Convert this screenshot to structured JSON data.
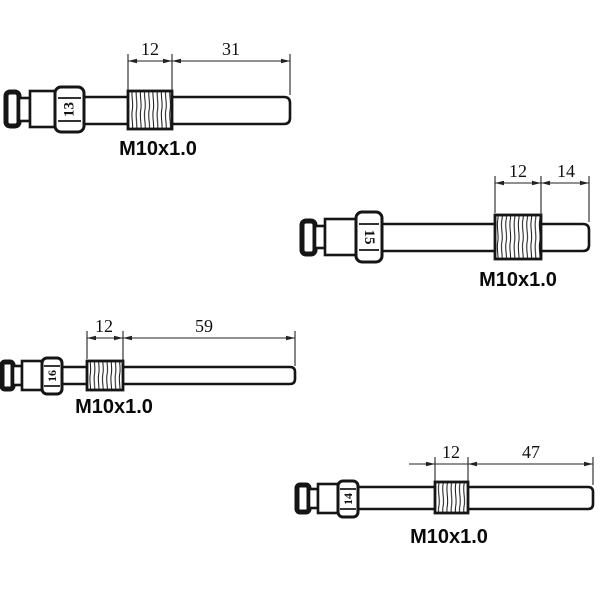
{
  "drawing": {
    "background": "#ffffff",
    "line_color": "#151515",
    "figures": [
      {
        "position": "top-left",
        "nut_size": "13",
        "thread_length_mm": "12",
        "shaft_length_mm": "31",
        "thread_label": "M10x1.0"
      },
      {
        "position": "top-right",
        "nut_size": "15",
        "thread_length_mm": "12",
        "shaft_length_mm": "14",
        "thread_label": "M10x1.0"
      },
      {
        "position": "middle-left",
        "nut_size": "16",
        "thread_length_mm": "12",
        "shaft_length_mm": "59",
        "thread_label": "M10x1.0"
      },
      {
        "position": "bottom-right",
        "nut_size": "14",
        "thread_length_mm": "12",
        "shaft_length_mm": "47",
        "thread_label": "M10x1.0"
      }
    ]
  }
}
